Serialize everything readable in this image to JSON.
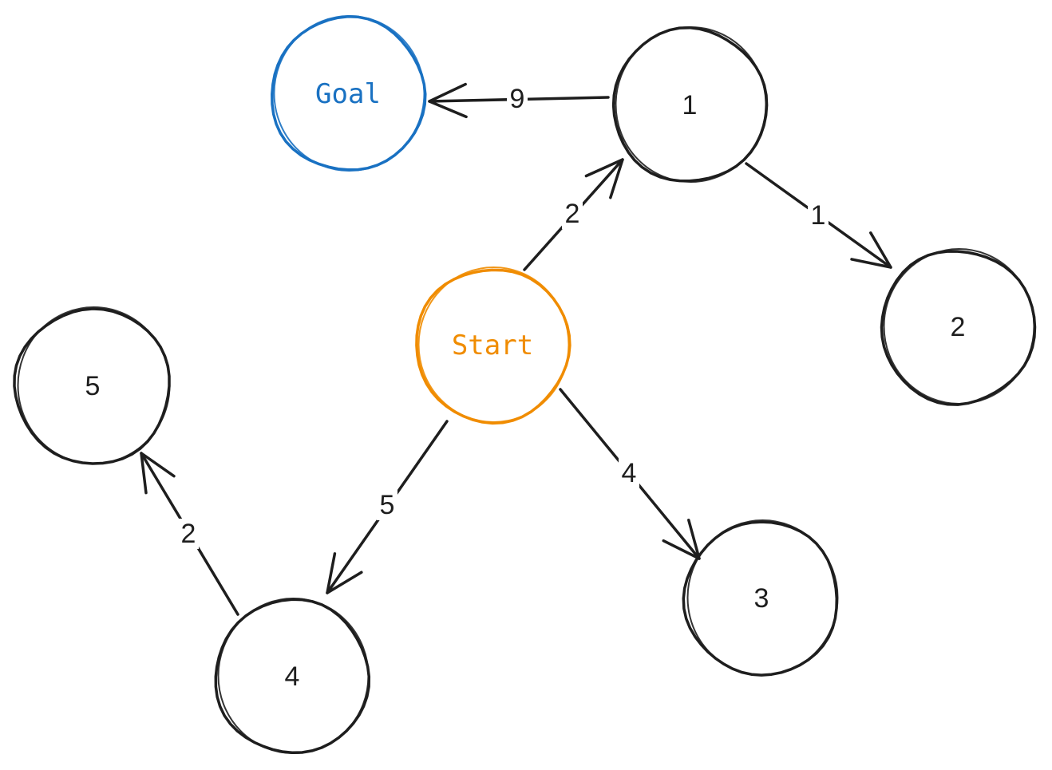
{
  "colors": {
    "default": "#1e1e1e",
    "start": "#f08c00",
    "goal": "#1971c2",
    "background": "#ffffff"
  },
  "nodes": [
    {
      "id": "goal",
      "label": "Goal",
      "role": "goal"
    },
    {
      "id": "n1",
      "label": "1",
      "role": "default"
    },
    {
      "id": "n2",
      "label": "2",
      "role": "default"
    },
    {
      "id": "start",
      "label": "Start",
      "role": "start"
    },
    {
      "id": "n5",
      "label": "5",
      "role": "default"
    },
    {
      "id": "n3",
      "label": "3",
      "role": "default"
    },
    {
      "id": "n4",
      "label": "4",
      "role": "default"
    }
  ],
  "edges": [
    {
      "from": "n1",
      "to": "goal",
      "weight": "9"
    },
    {
      "from": "start",
      "to": "n1",
      "weight": "2"
    },
    {
      "from": "n1",
      "to": "n2",
      "weight": "1"
    },
    {
      "from": "start",
      "to": "n3",
      "weight": "4"
    },
    {
      "from": "start",
      "to": "n4",
      "weight": "5"
    },
    {
      "from": "n4",
      "to": "n5",
      "weight": "2"
    }
  ]
}
